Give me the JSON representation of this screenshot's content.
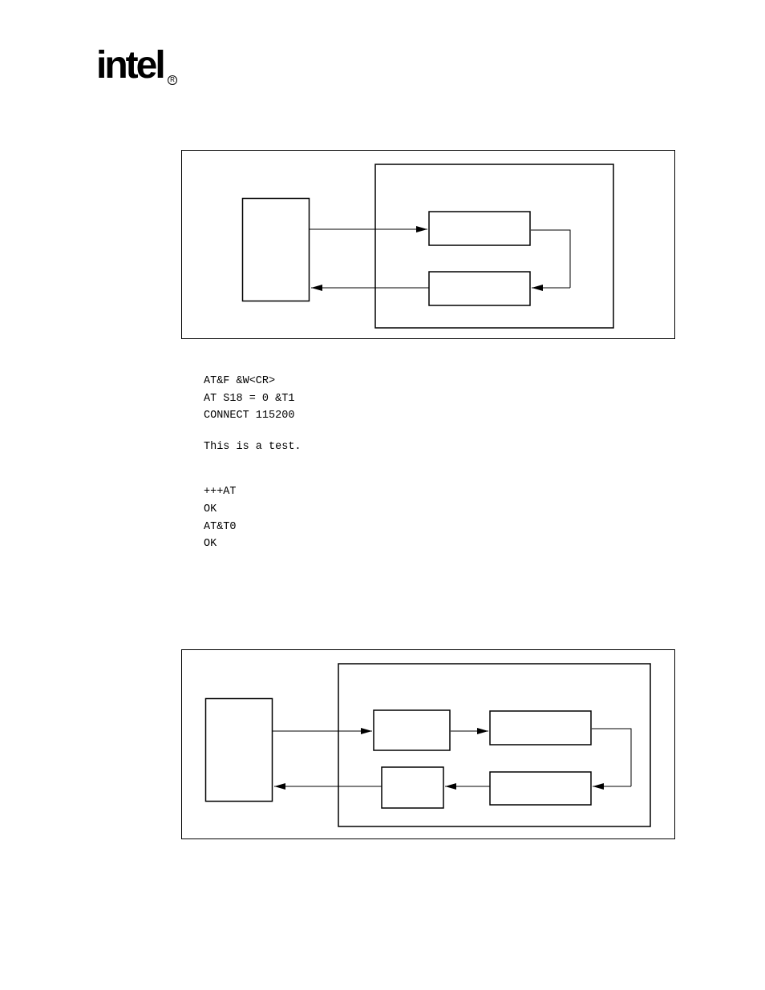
{
  "header": {
    "logo_text": "intel",
    "registered_mark": "R"
  },
  "figure_top": {
    "name": "local-loopback-diagram"
  },
  "terminal_session": {
    "lines": [
      "AT&F &W<CR>",
      "AT S18 = 0 &T1",
      "CONNECT 115200",
      "This is a test.",
      "+++AT",
      "OK",
      "AT&T0",
      "OK"
    ]
  },
  "figure_bottom": {
    "name": "remote-loopback-diagram"
  }
}
